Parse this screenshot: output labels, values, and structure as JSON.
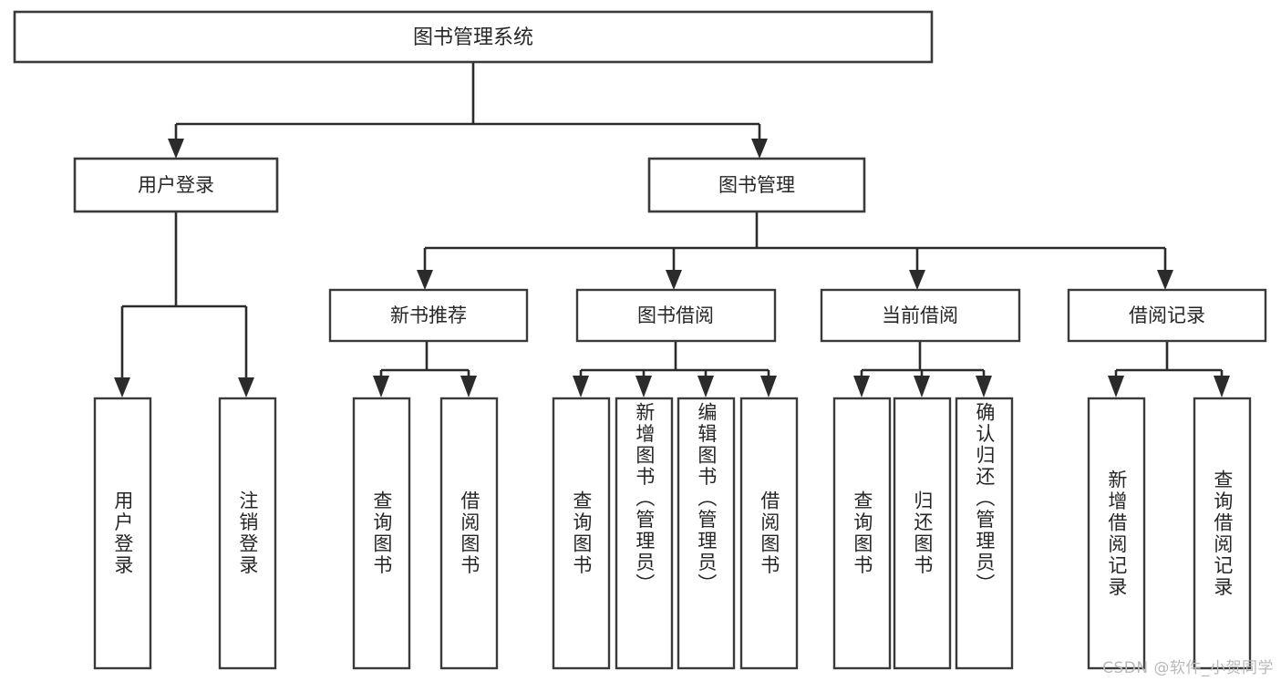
{
  "diagram": {
    "type": "tree-hierarchy",
    "title": "图书管理系统",
    "orientation": "top-down",
    "root": {
      "id": "root",
      "label": "图书管理系统"
    },
    "level1": [
      {
        "id": "user-login",
        "label": "用户登录"
      },
      {
        "id": "book-manage",
        "label": "图书管理"
      }
    ],
    "level2": [
      {
        "id": "new-book-recommend",
        "label": "新书推荐",
        "parent": "book-manage"
      },
      {
        "id": "book-borrow",
        "label": "图书借阅",
        "parent": "book-manage"
      },
      {
        "id": "current-borrow",
        "label": "当前借阅",
        "parent": "book-manage"
      },
      {
        "id": "borrow-record",
        "label": "借阅记录",
        "parent": "book-manage"
      }
    ],
    "leaves": {
      "user-login": [
        {
          "id": "leaf-user-login",
          "label": "用户登录"
        },
        {
          "id": "leaf-logout-login",
          "label": "注销登录"
        }
      ],
      "new-book-recommend": [
        {
          "id": "leaf-query-book-1",
          "label": "查询图书"
        },
        {
          "id": "leaf-borrow-book-1",
          "label": "借阅图书"
        }
      ],
      "book-borrow": [
        {
          "id": "leaf-query-book-2",
          "label": "查询图书"
        },
        {
          "id": "leaf-add-book-admin",
          "label": "新增图书（管理员）"
        },
        {
          "id": "leaf-edit-book-admin",
          "label": "编辑图书（管理员）"
        },
        {
          "id": "leaf-borrow-book-2",
          "label": "借阅图书"
        }
      ],
      "current-borrow": [
        {
          "id": "leaf-query-book-3",
          "label": "查询图书"
        },
        {
          "id": "leaf-return-book",
          "label": "归还图书"
        },
        {
          "id": "leaf-confirm-return-admin",
          "label": "确认归还（管理员）"
        }
      ],
      "borrow-record": [
        {
          "id": "leaf-add-borrow-record",
          "label": "新增借阅记录"
        },
        {
          "id": "leaf-query-borrow-record",
          "label": "查询借阅记录"
        }
      ]
    },
    "colors": {
      "background": "#ffffff",
      "box_stroke": "#3a3a3a",
      "edge_stroke": "#2b2b2b",
      "text": "#262626",
      "watermark": "#b9b9b9"
    }
  },
  "watermark": {
    "text": "CSDN @软件_小贺同学"
  }
}
